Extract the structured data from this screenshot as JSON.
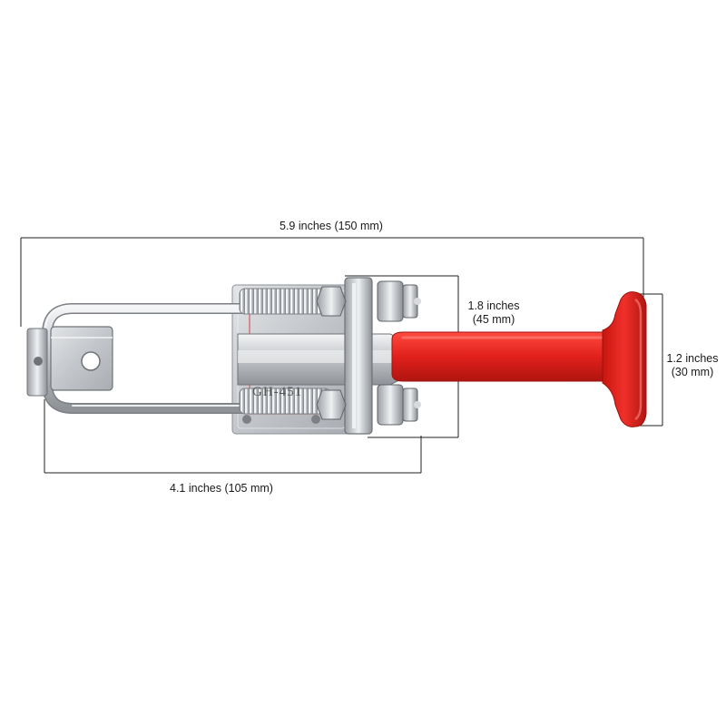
{
  "diagram": {
    "colors": {
      "background": "#ffffff",
      "dimension_line": "#222222",
      "handle_red": "#e0201c",
      "metal": "#c9ccd0"
    },
    "stamp": "GH-451",
    "dimensions": {
      "overall_length": "5.9 inches (150 mm)",
      "body_length": "4.1 inches (105 mm)",
      "mount_height_in": "1.8 inches",
      "mount_height_mm": "(45 mm)",
      "handle_width_in": "1.2 inches",
      "handle_width_mm": "(30 mm)"
    }
  }
}
